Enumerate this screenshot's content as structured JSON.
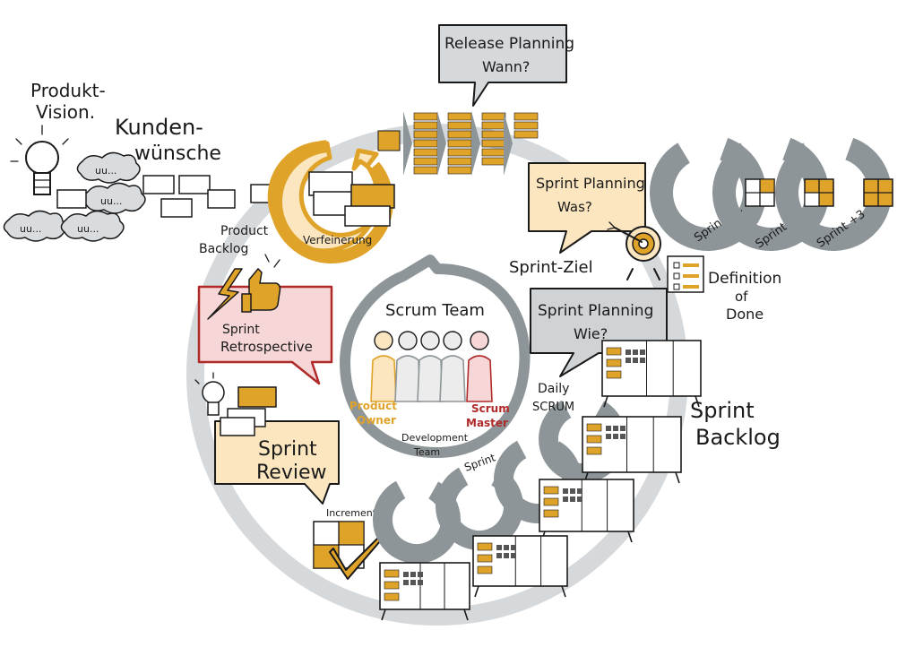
{
  "colors": {
    "accent": "#e0a32a",
    "accent_light": "#fbe6bf",
    "gray": "#8e9599",
    "gray_light": "#cfd3d5",
    "red": "#b02a2a",
    "red_light": "#f6d6d6"
  },
  "vision": {
    "line1": "Produkt-",
    "line2": "Vision."
  },
  "kunden": {
    "line1": "Kunden-",
    "line2": "wünsche"
  },
  "cloud_text": "uu...",
  "backlog": {
    "line1": "Product",
    "line2": "Backlog"
  },
  "refinement": "Verfeinerung",
  "release": {
    "line1": "Release Planning",
    "line2": "Wann?"
  },
  "sprint_planning_was": {
    "line1": "Sprint Planning",
    "line2": "Was?"
  },
  "sprint_planning_wie": {
    "line1": "Sprint Planning",
    "line2": "Wie?"
  },
  "sprint_ziel": "Sprint-Ziel",
  "dod": {
    "line1": "Definition",
    "line2": "of",
    "line3": "Done"
  },
  "future_sprints": [
    "Sprint +1",
    "Sprint +2",
    "Sprint +3"
  ],
  "scrum_team": {
    "title": "Scrum Team",
    "po_line1": "Product",
    "po_line2": "Owner",
    "dev_line1": "Development",
    "dev_line2": "Team",
    "sm_line1": "Scrum",
    "sm_line2": "Master"
  },
  "retrospective": {
    "line1": "Sprint",
    "line2": "Retrospective"
  },
  "review": {
    "line1": "Sprint",
    "line2": "Review"
  },
  "increment": "Increment",
  "daily": {
    "line1": "Daily",
    "line2": "SCRUM"
  },
  "sprint_label": "Sprint",
  "sprint_backlog": {
    "line1": "Sprint",
    "line2": "Backlog"
  }
}
